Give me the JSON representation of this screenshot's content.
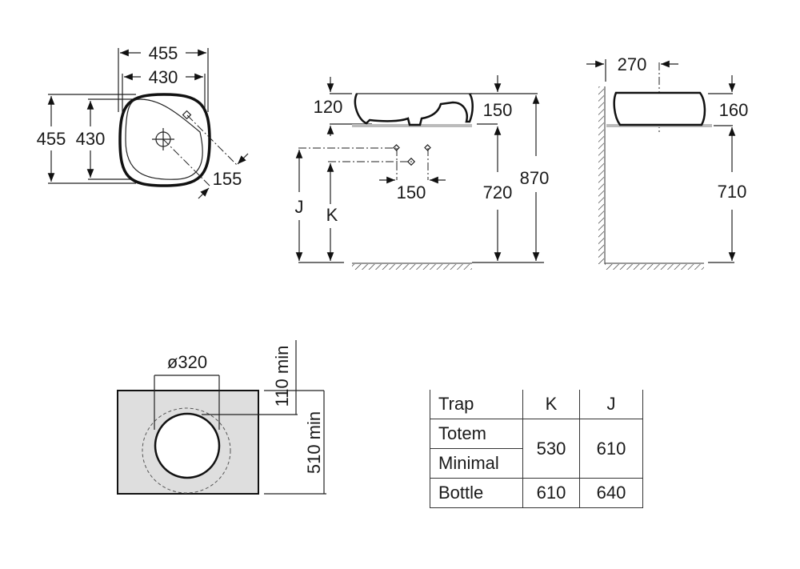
{
  "top_view": {
    "width_outer": "455",
    "width_inner": "430",
    "depth_outer": "455",
    "depth_inner": "430",
    "tap_offset": "155"
  },
  "side_view": {
    "height_left": "120",
    "height_right": "150",
    "total_height": "870",
    "counter_height": "720",
    "tap_spacing": "150",
    "label_j": "J",
    "label_k": "K"
  },
  "end_view": {
    "wall_distance": "270",
    "basin_height": "160",
    "counter_height": "710"
  },
  "cutout": {
    "diameter": "ø320",
    "offset_min": "110 min",
    "depth_min": "510 min"
  },
  "trap_table": {
    "headers": [
      "Trap",
      "K",
      "J"
    ],
    "rows": [
      {
        "trap": "Totem"
      },
      {
        "trap": "Minimal"
      },
      {
        "trap": "Bottle",
        "k": "610",
        "j": "640"
      }
    ],
    "merged": {
      "k": "530",
      "j": "610"
    }
  },
  "colors": {
    "counter": "#bbbbbb",
    "cutout_fill": "#dedede"
  }
}
